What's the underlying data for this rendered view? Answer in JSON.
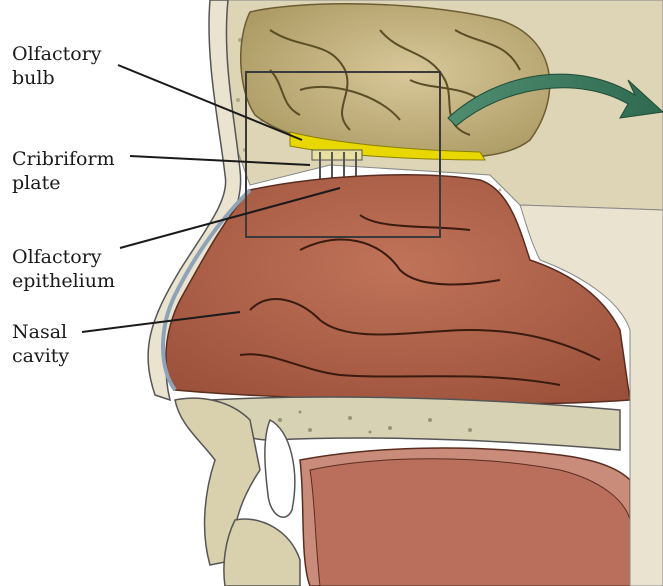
{
  "labels": {
    "olfactory_bulb": [
      "Olfactory",
      "bulb"
    ],
    "cribriform_plate": [
      "Cribriform",
      "plate"
    ],
    "olfactory_epithelium": [
      "Olfactory",
      "epithelium"
    ],
    "nasal_cavity": [
      "Nasal",
      "cavity"
    ]
  },
  "colors": {
    "brain": "#c9b98a",
    "bulb": "#e8d800",
    "nasal_tissue": "#b5634a",
    "bone": "#d8d2b4",
    "skin": "#e6e0cc",
    "arrow": "#3d7a60",
    "outline": "#333333"
  }
}
